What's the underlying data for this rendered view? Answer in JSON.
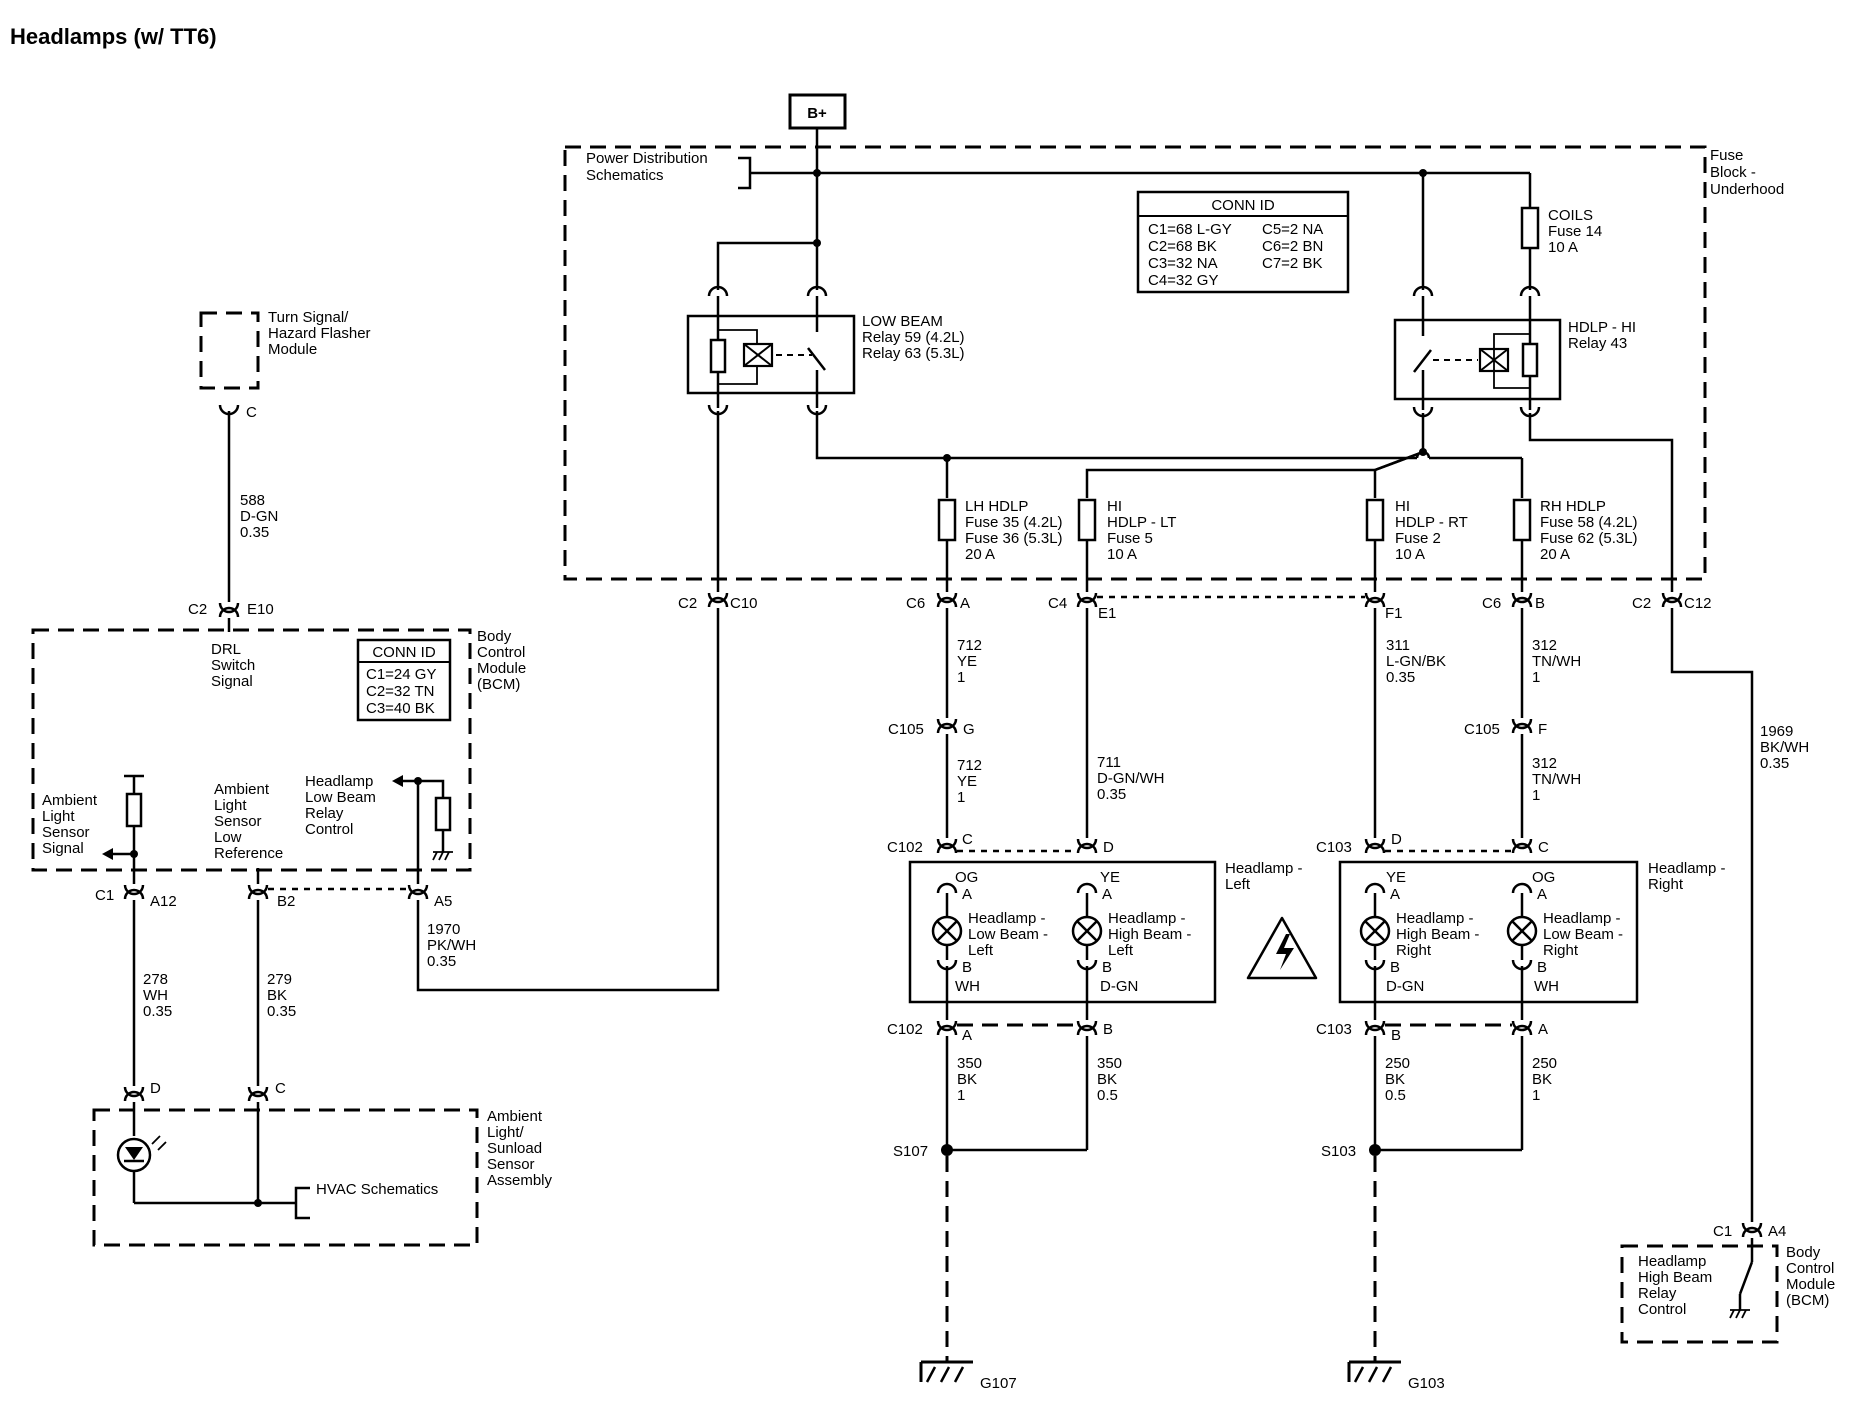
{
  "title": "Headlamps (w/ TT6)",
  "battery": "B+",
  "fuse_block": {
    "name_lines": [
      "Fuse",
      "Block -",
      "Underhood"
    ],
    "pds_lines": [
      "Power Distribution",
      "Schematics"
    ],
    "conn_id": {
      "header": "CONN ID",
      "left": [
        "C1=68 L-GY",
        "C2=68 BK",
        "C3=32 NA",
        "C4=32 GY"
      ],
      "right": [
        "C5=2 NA",
        "C6=2 BN",
        "C7=2 BK"
      ]
    },
    "low_beam_relay": [
      "LOW BEAM",
      "Relay 59 (4.2L)",
      "Relay 63 (5.3L)"
    ],
    "hi_relay": [
      "HDLP - HI",
      "Relay 43"
    ],
    "coils_fuse": [
      "COILS",
      "Fuse 14",
      "10 A"
    ],
    "fuses": [
      {
        "lines": [
          "LH HDLP",
          "Fuse 35 (4.2L)",
          "Fuse 36 (5.3L)",
          "20 A"
        ]
      },
      {
        "lines": [
          "HI",
          "HDLP - LT",
          "Fuse 5",
          "10 A"
        ]
      },
      {
        "lines": [
          "HI",
          "HDLP - RT",
          "Fuse 2",
          "10 A"
        ]
      },
      {
        "lines": [
          "RH HDLP",
          "Fuse 58 (4.2L)",
          "Fuse 62 (5.3L)",
          "20 A"
        ]
      }
    ],
    "connectors": [
      {
        "conn": "C2",
        "pin": "C10"
      },
      {
        "conn": "C6",
        "pin": "A"
      },
      {
        "conn": "C4",
        "pin": "E1"
      },
      {
        "conn": "",
        "pin": "F1"
      },
      {
        "conn": "C6",
        "pin": "B"
      },
      {
        "conn": "C2",
        "pin": "C12"
      }
    ]
  },
  "turn_signal": {
    "lines": [
      "Turn Signal/",
      "Hazard Flasher",
      "Module"
    ],
    "pin": "C"
  },
  "bcm": {
    "name_lines": [
      "Body",
      "Control",
      "Module",
      "(BCM)"
    ],
    "conn_id": {
      "header": "CONN ID",
      "rows": [
        "C1=24 GY",
        "C2=32 TN",
        "C3=40 BK"
      ]
    },
    "top_conn": {
      "conn": "C2",
      "pin": "E10"
    },
    "drl_lines": [
      "DRL",
      "Switch",
      "Signal"
    ],
    "ambient_sig_lines": [
      "Ambient",
      "Light",
      "Sensor",
      "Signal"
    ],
    "ambient_low_lines": [
      "Ambient",
      "Light",
      "Sensor",
      "Low",
      "Reference"
    ],
    "lowbeam_ctrl_lines": [
      "Headlamp",
      "Low Beam",
      "Relay",
      "Control"
    ],
    "bottom_pins": {
      "conn": "C1",
      "p1": "A12",
      "p2": "B2",
      "p3": "A5"
    }
  },
  "wires": {
    "w588": [
      "588",
      "D-GN",
      "0.35"
    ],
    "w1970": [
      "1970",
      "PK/WH",
      "0.35"
    ],
    "w278": [
      "278",
      "WH",
      "0.35"
    ],
    "w279": [
      "279",
      "BK",
      "0.35"
    ],
    "w712a": [
      "712",
      "YE",
      "1"
    ],
    "w712b": [
      "712",
      "YE",
      "1"
    ],
    "w711": [
      "711",
      "D-GN/WH",
      "0.35"
    ],
    "w311": [
      "311",
      "L-GN/BK",
      "0.35"
    ],
    "w312a": [
      "312",
      "TN/WH",
      "1"
    ],
    "w312b": [
      "312",
      "TN/WH",
      "1"
    ],
    "w1969": [
      "1969",
      "BK/WH",
      "0.35"
    ],
    "w350a": [
      "350",
      "BK",
      "1"
    ],
    "w350b": [
      "350",
      "BK",
      "0.5"
    ],
    "w250a": [
      "250",
      "BK",
      "0.5"
    ],
    "w250b": [
      "250",
      "BK",
      "1"
    ]
  },
  "c105": {
    "label": "C105",
    "left_pin": "G",
    "right_pin": "F"
  },
  "headlamp_left": {
    "name_lines": [
      "Headlamp -",
      "Left"
    ],
    "top_conn": "C102",
    "pin_c": "C",
    "pin_d": "D",
    "low": {
      "color": "OG",
      "a": "A",
      "b": "B",
      "bcolor": "WH",
      "lines": [
        "Headlamp -",
        "Low Beam -",
        "Left"
      ]
    },
    "high": {
      "color": "YE",
      "a": "A",
      "b": "B",
      "bcolor": "D-GN",
      "lines": [
        "Headlamp -",
        "High Beam -",
        "Left"
      ]
    },
    "bot_conn": "C102",
    "pin_a": "A",
    "pin_b": "B"
  },
  "headlamp_right": {
    "name_lines": [
      "Headlamp -",
      "Right"
    ],
    "top_conn": "C103",
    "pin_d": "D",
    "pin_c": "C",
    "high": {
      "color": "YE",
      "a": "A",
      "b": "B",
      "bcolor": "D-GN",
      "lines": [
        "Headlamp -",
        "High Beam -",
        "Right"
      ]
    },
    "low": {
      "color": "OG",
      "a": "A",
      "b": "B",
      "bcolor": "WH",
      "lines": [
        "Headlamp -",
        "Low Beam -",
        "Right"
      ]
    },
    "bot_conn": "C103",
    "pin_b": "B",
    "pin_a": "A"
  },
  "splices": {
    "s107": "S107",
    "s103": "S103"
  },
  "grounds": {
    "g107": "G107",
    "g103": "G103"
  },
  "ambient_sensor": {
    "name_lines": [
      "Ambient",
      "Light/",
      "Sunload",
      "Sensor",
      "Assembly"
    ],
    "pin_d": "D",
    "pin_c": "C",
    "hvac": "HVAC Schematics"
  },
  "bcm_bottom": {
    "conn": "C1",
    "pin": "A4",
    "lines": [
      "Headlamp",
      "High Beam",
      "Relay",
      "Control"
    ],
    "name_lines": [
      "Body",
      "Control",
      "Module",
      "(BCM)"
    ]
  }
}
